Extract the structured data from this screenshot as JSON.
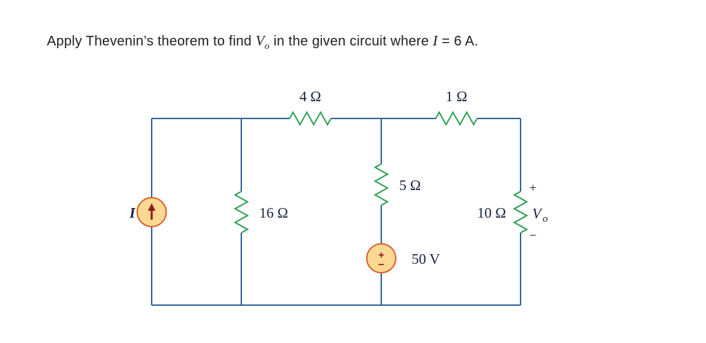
{
  "colors": {
    "wire": "#31639c",
    "resistor": "#2f9e55",
    "source-fill": "#fbd993",
    "source-stroke": "#d95f29",
    "source-symbol": "#8b1a1a",
    "label": "#14213d",
    "title": "#212121"
  },
  "title": {
    "prefix": "Apply Thevenin’s theorem to find ",
    "v_symbol": "V",
    "v_sub": "o",
    "middle": " in the given circuit where ",
    "i_symbol": "I",
    "suffix": " = 6 A."
  },
  "circuit": {
    "current_source": {
      "label": "I"
    },
    "resistor_4": {
      "label": "4 Ω"
    },
    "resistor_1": {
      "label": "1 Ω"
    },
    "resistor_5": {
      "label": "5 Ω"
    },
    "resistor_16": {
      "label": "16 Ω"
    },
    "resistor_10": {
      "label": "10 Ω"
    },
    "voltage_source": {
      "label": "50 V",
      "plus": "+",
      "minus": "−"
    },
    "output": {
      "plus": "+",
      "v_symbol": "V",
      "v_sub": "o",
      "minus": "−"
    }
  }
}
